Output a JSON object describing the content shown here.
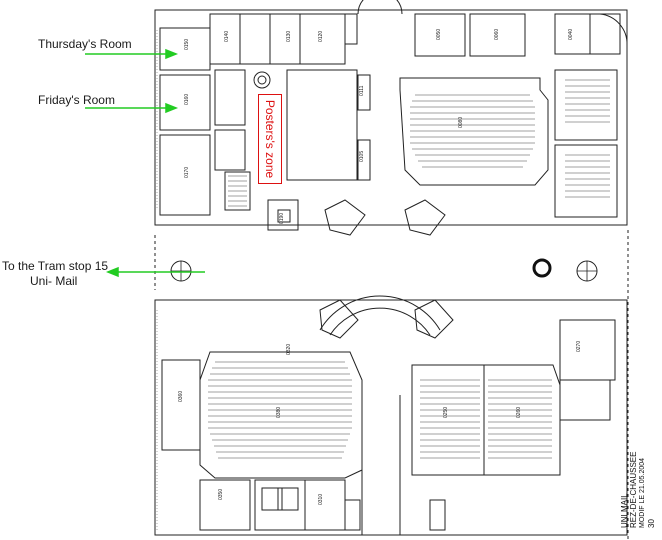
{
  "annotations": {
    "thursday_room": "Thursday's Room",
    "friday_room": "Friday's Room",
    "tram_stop": "To the Tram stop 15",
    "tram_stop_line2": "Uni- Mail",
    "posters_zone": "Posters's zone"
  },
  "arrow_color": "#22cc22",
  "poster_color": "#dd1111",
  "rooms": {
    "r0150": "0150",
    "r0160": "0160",
    "r0170": "0170",
    "r0140": "0140",
    "r0130": "0130",
    "r0120": "0120",
    "r0190": "0190",
    "r0111": "0111",
    "r0105": "0105",
    "r0050": "0050",
    "r0060": "0060",
    "r0080": "0080",
    "r0040": "0040",
    "r0360": "0360",
    "r0380": "0380",
    "r0350": "0350",
    "r0310": "0310",
    "r0320": "0320",
    "r0250": "0250",
    "r0260": "0260",
    "r0270": "0270"
  },
  "title_block": {
    "line1": "UNI MAIL",
    "line2": "REZ-DE-CHAUSSEE",
    "line3": "MODIF LE 21.05.2004",
    "sheet": "30"
  }
}
